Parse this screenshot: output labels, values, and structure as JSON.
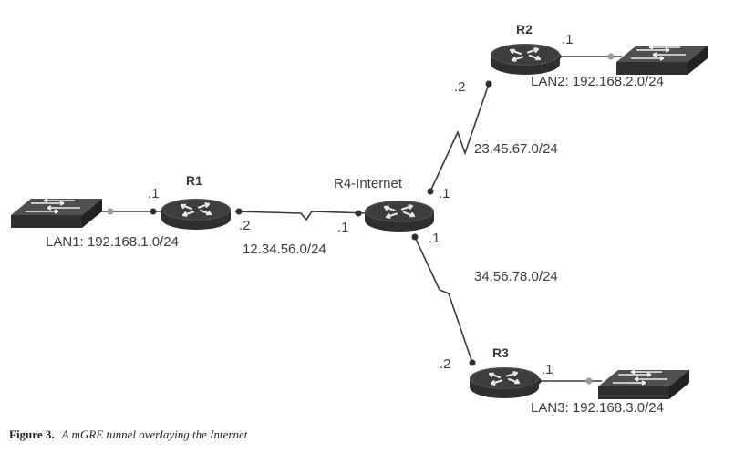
{
  "figure": {
    "caption_number": "Figure 3.",
    "caption_text": "A mGRE tunnel overlaying the Internet"
  },
  "routers": {
    "r1": {
      "name": "R1"
    },
    "r2": {
      "name": "R2"
    },
    "r3": {
      "name": "R3"
    },
    "r4": {
      "name": "R4-Internet"
    }
  },
  "lans": {
    "lan1": "LAN1: 192.168.1.0/24",
    "lan2": "LAN2: 192.168.2.0/24",
    "lan3": "LAN3: 192.168.3.0/24"
  },
  "subnets": {
    "r1_r4": "12.34.56.0/24",
    "r4_r2": "23.45.67.0/24",
    "r4_r3": "34.56.78.0/24"
  },
  "interfaces": {
    "r1_lan": ".1",
    "r1_wan": ".2",
    "r4_to_r1": ".1",
    "r4_to_r2": ".1",
    "r4_to_r3": ".1",
    "r2_wan": ".2",
    "r2_lan": ".1",
    "r3_wan": ".2",
    "r3_lan": ".1"
  },
  "colors": {
    "device_dark": "#3b3b3b",
    "device_light": "#d8d8d8",
    "line": "#3a3a3a"
  }
}
